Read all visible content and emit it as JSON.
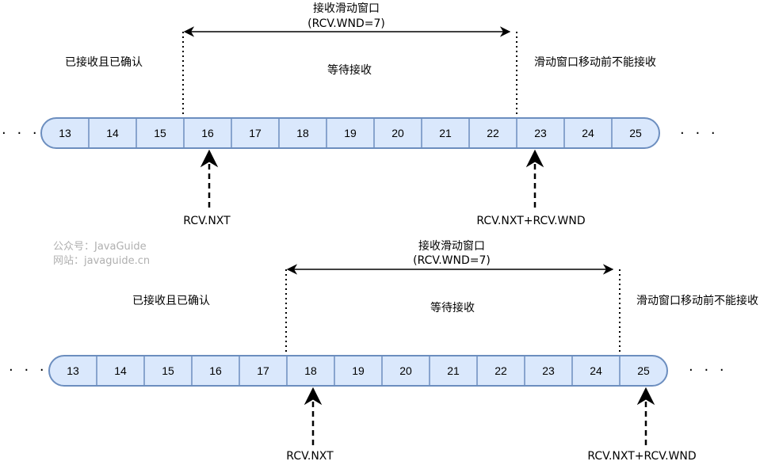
{
  "colors": {
    "cell_fill": "#dae8fc",
    "cell_stroke": "#6c8ebf",
    "line": "#000000",
    "watermark": "#b0b0b0"
  },
  "watermark": {
    "line1": "公众号：JavaGuide",
    "line2": "网站：javaguide.cn"
  },
  "panels": [
    {
      "id": "top",
      "window_title": "接收滑动窗口",
      "window_size_label": "(RCV.WND=7)",
      "left_region_label": "已接收且已确认",
      "middle_region_label": "等待接收",
      "right_region_label": "滑动窗口移动前不能接收",
      "ellipsis_left": "· · ·",
      "ellipsis_right": "· · ·",
      "cells": [
        "13",
        "14",
        "15",
        "16",
        "17",
        "18",
        "19",
        "20",
        "21",
        "22",
        "23",
        "24",
        "25"
      ],
      "nxt_label": "RCV.NXT",
      "nxt_wnd_label": "RCV.NXT+RCV.WND"
    },
    {
      "id": "bottom",
      "window_title": "接收滑动窗口",
      "window_size_label": "(RCV.WND=7)",
      "left_region_label": "已接收且已确认",
      "middle_region_label": "等待接收",
      "right_region_label": "滑动窗口移动前不能接收",
      "ellipsis_left": "· · ·",
      "ellipsis_right": "· · ·",
      "cells": [
        "13",
        "14",
        "15",
        "16",
        "17",
        "18",
        "19",
        "20",
        "21",
        "22",
        "23",
        "24",
        "25"
      ],
      "nxt_label": "RCV.NXT",
      "nxt_wnd_label": "RCV.NXT+RCV.WND"
    }
  ]
}
